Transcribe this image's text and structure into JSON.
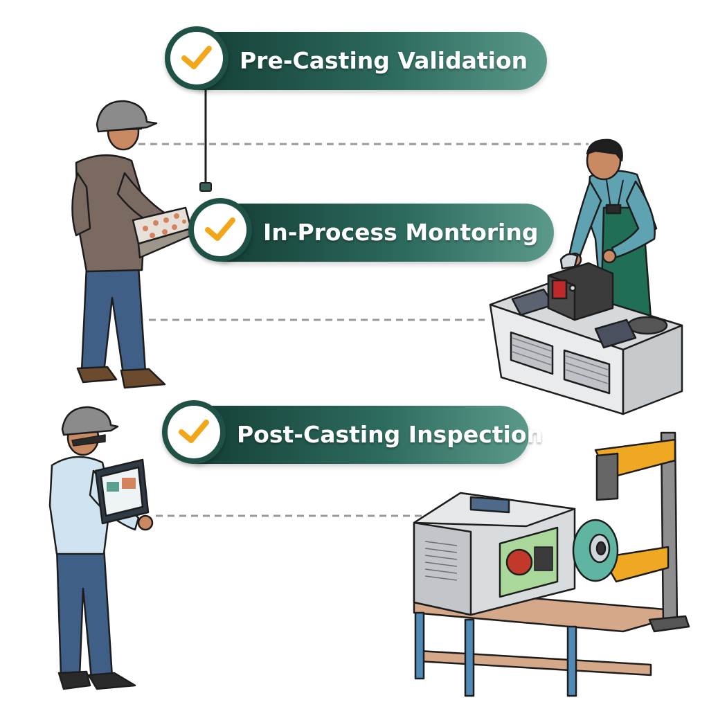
{
  "stages": [
    {
      "label": "Pre-Casting Validation",
      "icon": "check-icon"
    },
    {
      "label": "In-Process Montoring",
      "icon": "check-icon"
    },
    {
      "label": "Post-Casting Inspection",
      "icon": "check-icon"
    }
  ],
  "colors": {
    "banner_dark": "#143f36",
    "banner_light": "#5b9a8b",
    "check": "#f2a71b",
    "connector": "#9a9a9a"
  }
}
